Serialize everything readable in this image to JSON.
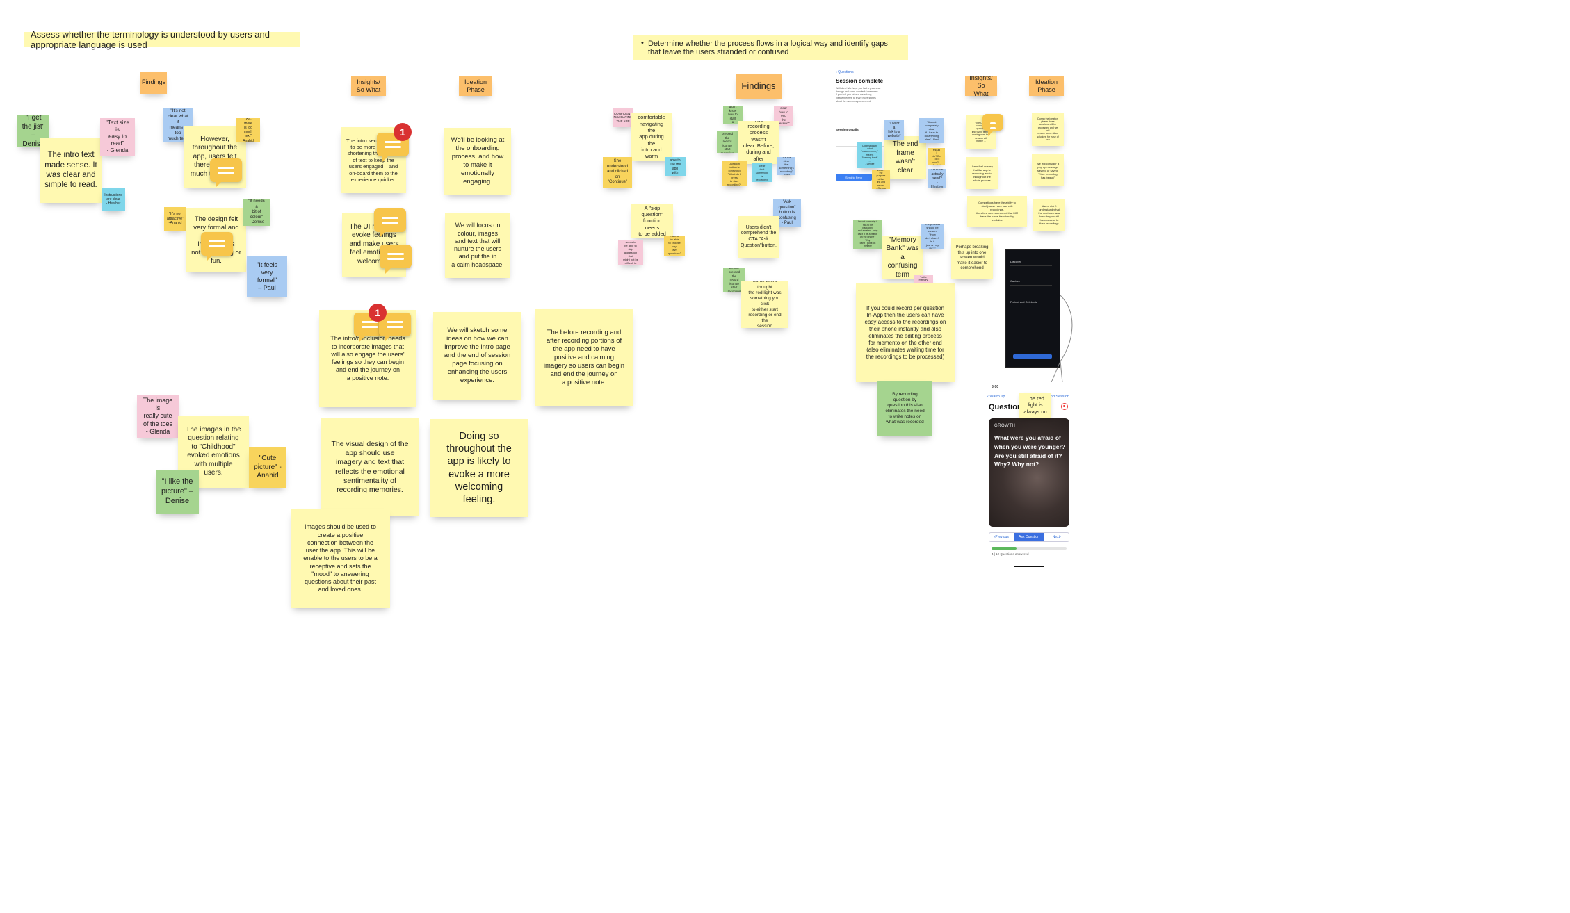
{
  "banners": {
    "left": "Assess whether the terminology is understood by users and appropriate language is used",
    "right": "Determine whether the process flows in a logical way and identify gaps that leave the users stranded or confused"
  },
  "headers": {
    "findings_left": "Findings",
    "insights_left": "Insights/\nSo What",
    "ideation_left": "Ideation\nPhase",
    "findings_right": "Findings",
    "insights_right": "Insights/\nSo What",
    "ideation_right": "Ideation\nPhase"
  },
  "left_board": {
    "g1": "\"I get\nthe jist\"\n– Denise",
    "f1": "The intro text\nmade sense. It\nwas clear and\nsimple to read.",
    "p1": "\"Text size is\neasy to\nread\"\n- Glenda",
    "c1": "Instructions\nare clear\n- Heather",
    "b1": "\"It's not\nclear what it\nmeans – too\nmuch text\"",
    "f2": "However,\nthroughout the\napp, users felt\nthere was too\nmuch text used.",
    "gold1": "\"Ah, there\nis too much\ntext\"\nAnahid",
    "gold2": "\"It's not\nattractive\"\n-Anahid",
    "f3": "The design felt\nvery formal and\nneutral\nimagery was\nnot welcoming or\nfun.",
    "g2": "\"It needs a\nbit of\ncolour\"\n- Denise",
    "b2": "\"It feels\nvery\nformal\"\n– Paul",
    "i1": "The intro section needs\nto be more concise,\nshortening the amount\nof text to keep the\nusers engaged – and\non-board them to the\nexperience quicker.",
    "id1": "We'll be looking at\nthe onboarding\nprocess, and how\nto make it\nemotionally\nengaging.",
    "i2": "The UI needs to\nevoke feelings\nand make users\nfeel emotionally\nwelcomed.",
    "id2": "We will focus on\ncolour, images\nand text that will\nnurture the users\nand put the in\na calm headspace.",
    "i3": "The intro/conclusion needs\nto incorporate images that\nwill also engage the users'\nfeelings so they can begin\nand end the journey on\na positive note.",
    "id3": "We will sketch some\nideas on how we can\nimprove the intro page\nand the end of session\npage focusing on\nenhancing the users\nexperience.",
    "id4": "The before recording and\nafter recording portions of\nthe app need to have\npositive and calming\nimagery so users can begin\nand end the journey on\na positive note.",
    "p2": "The image is\nreally cute\nof the toes\n- Glenda",
    "f4": "The images in the\nquestion relating\nto \"Childhood\"\nevoked emotions\nwith multiple\nusers.",
    "gold3": "\"Cute\npicture\" -\nAnahid",
    "g3": "\"I like the\npicture\" –\nDenise",
    "i4": "The visual design of the\napp should use\nimagery and text that\nreflects the emotional\nsentimentality of\nrecording memories.",
    "id5": "Doing so\nthroughout the\napp is likely to\nevoke a more\nwelcoming\nfeeling.",
    "i5": "Images should be used to\ncreate a positive\nconnection between the\nuser the app. This will be\nenable to the users to be a\nreceptive and sets the\n\"mood\" to answering\nquestions about their past\nand loved ones.",
    "badges": [
      "1",
      "1"
    ]
  },
  "right_board": {
    "rp1": "CONFIDENT\nNAVIGATING\nTHE APP",
    "rf1": "The users felt\ncomfortable\nnavigating the\napp during the\nintro and warm\nup stage.",
    "rgold1": "She\nunderstood\nand clicked on\n\"Continue\"",
    "rc1": "Was able to\nuse the app\nwith ease",
    "rg1": "Denise\ndidn't know\nhow to start\na session",
    "rg2": "Denise\npressed the\nrecord icon to\nstart recording",
    "rp2": "\"It wasn't clear\nhow to end\nthe session\"\n- Glenda",
    "rf2": "The recording\nprocess wasn't\nclear. Before,\nduring and after\nthe recording.",
    "rgold2": "The Ask Question\nbutton is confusing\n\"What do I press\nto start recording?\"\n- Heather",
    "rc2": "\"It's not clear\nthat\nsomething is\nrecording\"\n- Heather",
    "rb1": "\"It's not clear\nthat\nsomething's\nrecording\"\n- Paul",
    "rf3": "A \"skip\nquestion\"\nfunction needs\nto be added",
    "rp3": "Glenda wants to\nbe able to skip\na question that\nmight not be\ndifficult to\nanswer",
    "rgold3": "\"I like to be able\nto choose my\nown questions\"\n- Anahid",
    "rb2": "\"Ask question\"\nbutton is\nconfusing\n- Paul",
    "rf4": "Users didn't\ncomprehend the\nCTA \"Ask\nQuestion\"button.",
    "rg3": "Denise\npressed the\nrecord icon to\nstart recording",
    "rf5": "Some users thought\nthe red light was\nsomething you click\nto either start\nrecording or end the\nsession",
    "s_title": "Session complete",
    "s_back": "Questions",
    "s_body": "Well done! We hope you had a great chat\nthrough and some wonderful memories.\nIf you feel you missed something,\nplease feel free to share more stories\nabout the moments you covered.",
    "s_details": "Session details",
    "s_button": "Send to Fenn",
    "rf6": "The end\nframe\nwasn't clear",
    "rb3": "\"I want a\nlink to a\nwebsite\"",
    "rc3": "Confused with what\n'make memory' means\n'Memory bank' ...\n- Denise",
    "rb4": "\"It's not\ncompletely clear\nif I have to\ndo anything\nelse\" - Paul",
    "rgold4": "\"What should I\ndo? Do I do it\nnow?\" - Anahid",
    "rgold5": "What's the\npurpose of the\nlink and\nrecord\n- Glenda",
    "rb5": "Did that\nactually\nsend?\n- Heather",
    "rg4": "I'm not sure why it\nhas to be packaged\nand emailed - why\ncan't it be a button\non the phone? Why\ncan't I put it on\nmyself?",
    "rf7": "\"Memory\nBank\" was\na confusing\nterm",
    "rb6": "The process\nshould be\nclearer \"How\ndo I share? Is it\njust on my PC?\"",
    "rp4": "\"Is the memory bank\na save function?\"\n- Denise",
    "rf8": "If you could record per question\nIn-App then the users can have\neasy access to the recordings on\ntheir phone instantly and also\neliminates the editing process\nfor memento on the other end\n(also eliminates waiting time for\nthe recordings to be processed)",
    "rg5": "By recording\nquestion by\nquestion this also\neliminates the need\nto write notes on\nwhat was recorded",
    "ri1": "\"The CTA is\nconfusing\nquestion\nimproving text by\nmaking sure that\nsession will\nnot be ...",
    "ri2": "Users feel uneasy\nthat the app is\nrecording audio\nthroughout the\nwhole process",
    "ri3": "Competitors have the ability to\nstart/pause have and edit\nrecordings.\ntherefore we recommend that MM\nhave the same functionality\navailable",
    "ri4": "Perhaps breaking\nthis up into one\nscreen would\nmake it easier to\ncomprehend",
    "rid1": "During the ideation\nphase these\nsolutions will be\nprocessed and we will\nensure some other\nsolutions for ease of\nuse",
    "rid2": "We will consider a\npop up message\nsaying, or saying\n\"Your recording\nhas begun\"",
    "rid3": "Users didn't\nunderstand what\nthe next step was\nhow they would\nhave access to\ntheir recordings",
    "rf9": "The red\nlight is\nalways on",
    "q_time": "8:00",
    "q_back": "Warm up",
    "q_end": "End Session",
    "q_title": "Question",
    "q_cat": "GROWTH",
    "q_text": "What were you afraid of when you were younger? Are you still afraid of it? Why? Why not?",
    "q_prev": "Previous",
    "q_ask": "Ask Question",
    "q_next": "Next",
    "q_count": "4 | 12 Questions answered",
    "q_progress": 0.33,
    "dark_phone_lines": [
      "Discover",
      "Capture",
      "Protect and Celebrate"
    ]
  }
}
